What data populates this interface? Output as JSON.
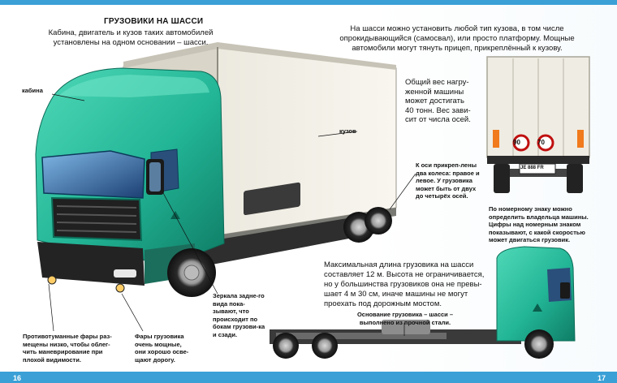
{
  "title": "ГРУЗОВИКИ НА ШАССИ",
  "subtitle": "Кабина, двигатель и кузов таких автомобилей установлены на одном основании – шасси.",
  "top_right": "На шасси можно установить любой тип кузова, в том числе опрокидывающийся (самосвал), или просто платформу. Мощные автомобили могут тянуть прицеп, прикреплённый к кузову.",
  "labels": {
    "cab": "кабина",
    "body": "кузов"
  },
  "notes": {
    "weight": "Общий вес нагру-женной машины может достигать 40 тонн. Вес зави-сит от числа осей.",
    "axles": "К оси прикреп-лены два колеса: правое и левое. У грузовика может быть от двух до четырёх осей.",
    "plate": "По номерному знаку можно определить владельца машины. Цифры над номерным знаком показывают, с какой скоростью может двигаться грузовик.",
    "length": "Максимальная длина грузовика на шасси составляет 12 м. Высота не ограничивается, но у большинства грузовиков она не превы-шает 4 м 30 см, иначе машины не могут проехать под дорожным мостом.",
    "base": "Основание грузовика – шасси – выполнено из прочной стали.",
    "fog": "Противотуманные фары раз-мещены низко, чтобы облег-чить маневрирование при плохой видимости.",
    "headlights": "Фары грузовика очень мощные, они хорошо осве-щают дорогу.",
    "mirrors": "Зеркала задне-го вида пока-зывают, что происходит по бокам грузови-ка и сзади."
  },
  "rear_view": {
    "speed_left": "90",
    "speed_right": "70",
    "plate_text": "JE 888 FR"
  },
  "page_numbers": {
    "left": "16",
    "right": "17"
  },
  "colors": {
    "cab": "#25b89a",
    "cab_dark": "#128c73",
    "body": "#f2efe6",
    "band": "#3aa0d6"
  }
}
